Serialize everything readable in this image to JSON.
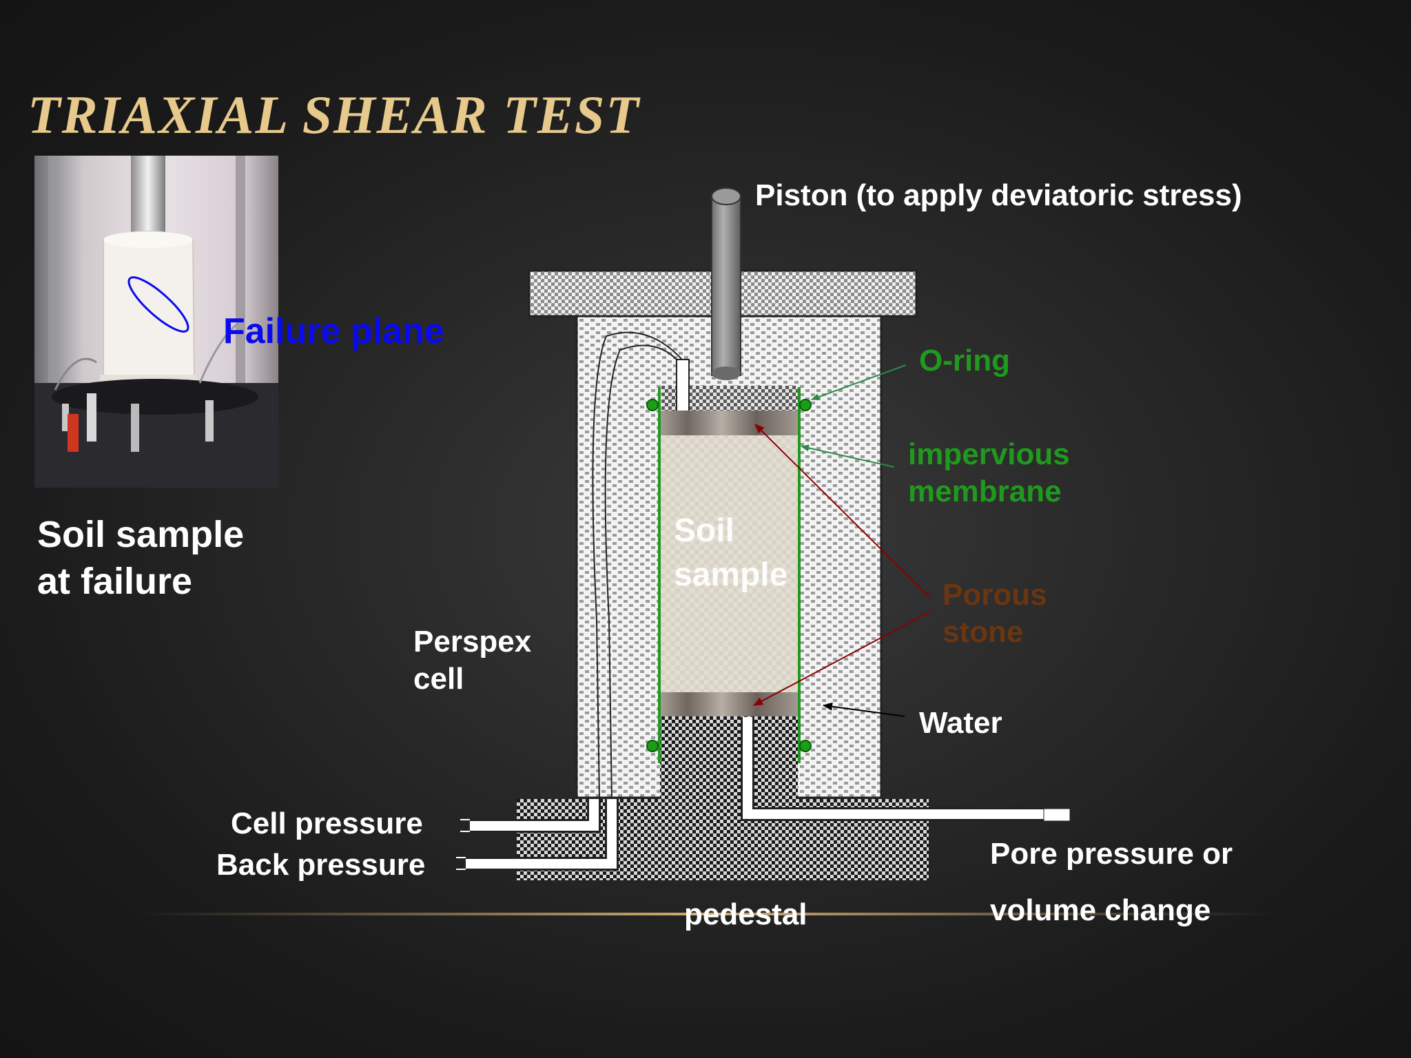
{
  "slide": {
    "title": "TRIAXIAL SHEAR TEST",
    "photo_caption_line1": "Soil sample",
    "photo_caption_line2": "at failure",
    "failure_plane_label": "Failure plane"
  },
  "diagram": {
    "piston_label": "Piston (to apply deviatoric stress)",
    "oring_label": "O-ring",
    "membrane_label_line1": "impervious",
    "membrane_label_line2": "membrane",
    "soil_label_line1": "Soil",
    "soil_label_line2": "sample",
    "porous_label_line1": "Porous",
    "porous_label_line2": "stone",
    "perspex_label_line1": "Perspex",
    "perspex_label_line2": "cell",
    "water_label": "Water",
    "cell_pressure_label": "Cell pressure",
    "back_pressure_label": "Back pressure",
    "pore_label_line1": "Pore pressure or",
    "pore_label_line2": "volume change",
    "pedestal_label": "pedestal"
  },
  "colors": {
    "title": "#e6c98b",
    "membrane_green": "#1f9a1f",
    "porous_brown": "#6b3512",
    "failure_blue": "#0a0aee",
    "arrow_red": "#8b0000"
  }
}
